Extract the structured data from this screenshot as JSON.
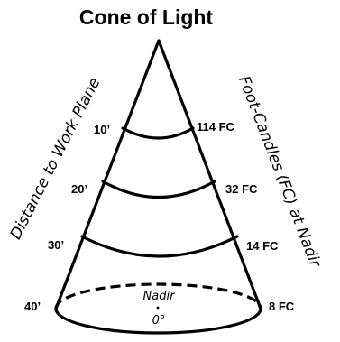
{
  "title": "Cone of Light",
  "left_axis_label": "Distance to Work Plane",
  "right_axis_label": "Foot-Candles (FC) at Nadir",
  "levels": [
    {
      "distance": "10’",
      "footcandles": "114 FC"
    },
    {
      "distance": "20’",
      "footcandles": "32 FC"
    },
    {
      "distance": "30’",
      "footcandles": "14 FC"
    },
    {
      "distance": "40’",
      "footcandles": "8 FC"
    }
  ],
  "nadir_label": "Nadir",
  "nadir_angle": "0°"
}
